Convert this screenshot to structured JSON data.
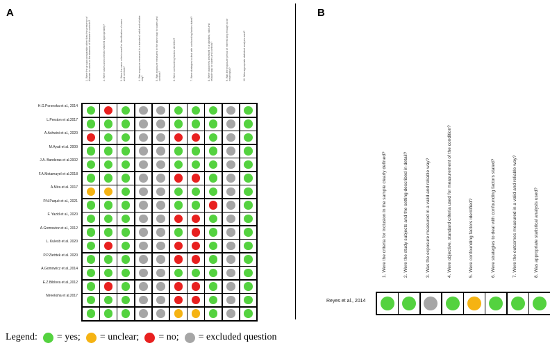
{
  "panels": {
    "a_label": "A",
    "b_label": "B"
  },
  "colors": {
    "yes": "#54d23f",
    "unclear": "#f5b313",
    "no": "#e8201f",
    "excluded": "#a6a6a6"
  },
  "panel_a": {
    "questions": [
      "1.   Were the groups comparable other than the presence of disease in cases or the absence of disease in controls?",
      "2.   Were cases and controls matched appropriately?",
      "3.   Were the same criteria used for identification of cases and controls?",
      "4.   Was exposure measured in a standard, valid and reliable way?",
      "5.   Was exposure measured in the same way for cases and controls?",
      "6.   Were confounding factors identified?",
      "7.   Were strategies to deal with confounding factors stated?",
      "8.   Were outcomes assessed in a standard, valid and reliable way for cases and controls?",
      "9.   Was the exposure period of interest long enough to be meaningful?",
      "10.  Was appropriate statistical analysis used?"
    ],
    "studies": [
      {
        "name": "H.G.Porzeska  et al., 2014",
        "ratings": [
          "yes",
          "no",
          "yes",
          "excluded",
          "excluded",
          "yes",
          "yes",
          "yes",
          "excluded",
          "yes"
        ]
      },
      {
        "name": "L.Preston et al.2017",
        "ratings": [
          "yes",
          "yes",
          "yes",
          "excluded",
          "excluded",
          "yes",
          "yes",
          "yes",
          "excluded",
          "yes"
        ]
      },
      {
        "name": "A.Ashwini et al., 2020",
        "ratings": [
          "no",
          "yes",
          "yes",
          "excluded",
          "excluded",
          "no",
          "no",
          "yes",
          "excluded",
          "yes"
        ]
      },
      {
        "name": "M.Ayati et al. 2000",
        "ratings": [
          "yes",
          "yes",
          "yes",
          "excluded",
          "excluded",
          "yes",
          "yes",
          "yes",
          "excluded",
          "yes"
        ]
      },
      {
        "name": "J.A. Banderas et al.2002",
        "ratings": [
          "yes",
          "yes",
          "yes",
          "excluded",
          "excluded",
          "yes",
          "yes",
          "yes",
          "excluded",
          "yes"
        ]
      },
      {
        "name": "F.A.Motamayel et al.2018",
        "ratings": [
          "yes",
          "yes",
          "yes",
          "excluded",
          "excluded",
          "no",
          "no",
          "yes",
          "excluded",
          "yes"
        ]
      },
      {
        "name": "A.Mira et al. 2017",
        "ratings": [
          "unclear",
          "unclear",
          "yes",
          "excluded",
          "excluded",
          "yes",
          "yes",
          "yes",
          "excluded",
          "yes"
        ]
      },
      {
        "name": "P.N.Paqué et al., 2021",
        "ratings": [
          "yes",
          "yes",
          "yes",
          "excluded",
          "excluded",
          "yes",
          "yes",
          "no",
          "excluded",
          "yes"
        ]
      },
      {
        "name": "F. Yazid  et al., 2020",
        "ratings": [
          "yes",
          "yes",
          "yes",
          "excluded",
          "excluded",
          "no",
          "no",
          "yes",
          "excluded",
          "yes"
        ]
      },
      {
        "name": "A.Gomowicz et al., 2012",
        "ratings": [
          "yes",
          "yes",
          "yes",
          "excluded",
          "excluded",
          "yes",
          "no",
          "yes",
          "excluded",
          "yes"
        ]
      },
      {
        "name": "L. Kulesb et al. 2020",
        "ratings": [
          "yes",
          "no",
          "yes",
          "excluded",
          "excluded",
          "no",
          "no",
          "yes",
          "excluded",
          "yes"
        ]
      },
      {
        "name": "P.P.Zietrtek et al. 2020",
        "ratings": [
          "yes",
          "yes",
          "yes",
          "excluded",
          "excluded",
          "no",
          "no",
          "yes",
          "excluded",
          "yes"
        ]
      },
      {
        "name": "A.Gomowicz et al.,2014",
        "ratings": [
          "yes",
          "yes",
          "yes",
          "excluded",
          "excluded",
          "yes",
          "yes",
          "yes",
          "excluded",
          "yes"
        ]
      },
      {
        "name": "E.Z.Biblova et al.,2012",
        "ratings": [
          "yes",
          "no",
          "yes",
          "excluded",
          "excluded",
          "no",
          "no",
          "yes",
          "excluded",
          "yes"
        ]
      },
      {
        "name": "Nireeksha et al.2017",
        "ratings": [
          "yes",
          "yes",
          "yes",
          "excluded",
          "excluded",
          "no",
          "no",
          "yes",
          "excluded",
          "yes"
        ]
      },
      {
        "name": "",
        "ratings": [
          "yes",
          "yes",
          "yes",
          "excluded",
          "excluded",
          "unclear",
          "unclear",
          "yes",
          "excluded",
          "yes"
        ]
      }
    ]
  },
  "panel_b": {
    "questions": [
      "1.   Were the criteria for inclusion in the sample clearly defined?",
      "2.   Were the study subjects and the setting described in detail?",
      "3.   Was the exposure measured in a valid and reliable way?",
      "4.   Were objective, standard criteria used for measurement of the condition?",
      "5.   Were confounding factors identified?",
      "6.   Were strategies to deal with confounding factors stated?",
      "7.   Were the outcomes measured in a valid and reliable way?",
      "8.   Was appropriate statistical analysis used?"
    ],
    "studies": [
      {
        "name": "Reyes et al., 2014",
        "ratings": [
          "yes",
          "yes",
          "excluded",
          "yes",
          "unclear",
          "yes",
          "yes",
          "yes"
        ]
      }
    ]
  },
  "legend": {
    "prefix": "Legend:",
    "items": [
      {
        "key": "yes",
        "label": "= yes;"
      },
      {
        "key": "unclear",
        "label": "= unclear;"
      },
      {
        "key": "no",
        "label": "= no;"
      },
      {
        "key": "excluded",
        "label": "= excluded question"
      }
    ]
  }
}
